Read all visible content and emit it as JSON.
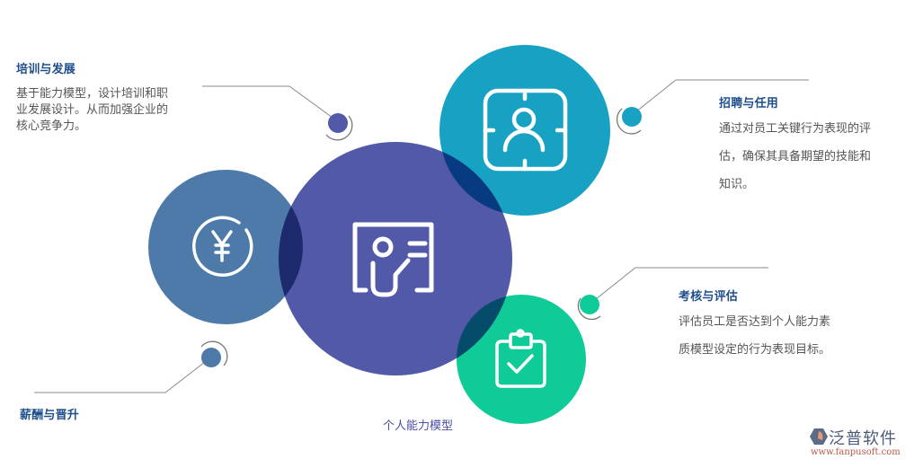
{
  "diagram": {
    "center": {
      "label": "个人能力模型",
      "icon": "presenter-board-icon",
      "color": "#5159a8"
    },
    "nodes": [
      {
        "id": "training",
        "title": "培训与发展",
        "description": "基于能力模型，设计培训和职业发展设计。从而加强企业的核心竞争力。",
        "lines": [
          "基于能力模型，设计培训和职",
          "业发展设计。从而加强企业的",
          "核心竞争力。"
        ],
        "dot_color": "#5159a8"
      },
      {
        "id": "recruitment",
        "title": "招聘与任用",
        "description": "通过对员工关键行为表现的评估，确保其具备期望的技能和知识。",
        "lines": [
          "通过对员工关键行为表现的评",
          "估，确保其具备期望的技能和",
          "知识。"
        ],
        "icon": "user-frame-icon",
        "color": "#17a2c4"
      },
      {
        "id": "assessment",
        "title": "考核与评估",
        "description": "评估员工是否达到个人能力素质模型设定的行为表现目标。",
        "lines": [
          "评估员工是否达到个人能力素",
          "质模型设定的行为表现目标。"
        ],
        "icon": "clipboard-check-icon",
        "color": "#0ecb98"
      },
      {
        "id": "compensation",
        "title": "薪酬与晋升",
        "icon": "yen-circle-icon",
        "color": "#4e7aaa"
      }
    ]
  },
  "logo": {
    "name": "泛普软件",
    "url": "www.fanpusoft.com"
  },
  "colors": {
    "title": "#1f4e8c",
    "text": "#555555",
    "overlap_dark": "#1d2a6e",
    "connector": "#888888"
  }
}
